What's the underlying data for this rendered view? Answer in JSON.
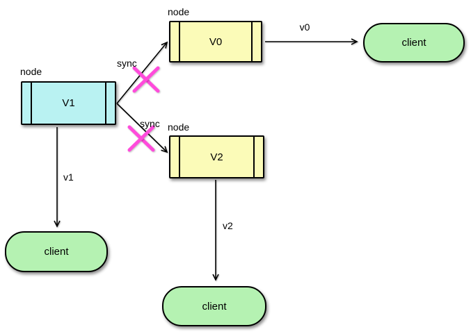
{
  "nodes": {
    "v1": {
      "tag": "node",
      "name": "V1"
    },
    "v0": {
      "tag": "node",
      "name": "V0"
    },
    "v2": {
      "tag": "node",
      "name": "V2"
    }
  },
  "clients": {
    "top_right": {
      "label": "client"
    },
    "bottom_left": {
      "label": "client"
    },
    "bottom_center": {
      "label": "client"
    }
  },
  "edges": {
    "sync_v1_v0": {
      "label": "sync",
      "status": "crossed-out"
    },
    "sync_v1_v2": {
      "label": "sync",
      "status": "crossed-out"
    },
    "v0_to_client": {
      "label": "v0"
    },
    "v1_to_client": {
      "label": "v1"
    },
    "v2_to_client": {
      "label": "v2"
    }
  },
  "colors": {
    "background": "#ffffff",
    "stroke": "#000000",
    "node-v1-fill": "#b9f2f2",
    "node-v0-fill": "#fbfbb8",
    "node-v2-fill": "#fbfbb8",
    "client-fill": "#b5f2b2",
    "cross": "#ff4bdb"
  }
}
